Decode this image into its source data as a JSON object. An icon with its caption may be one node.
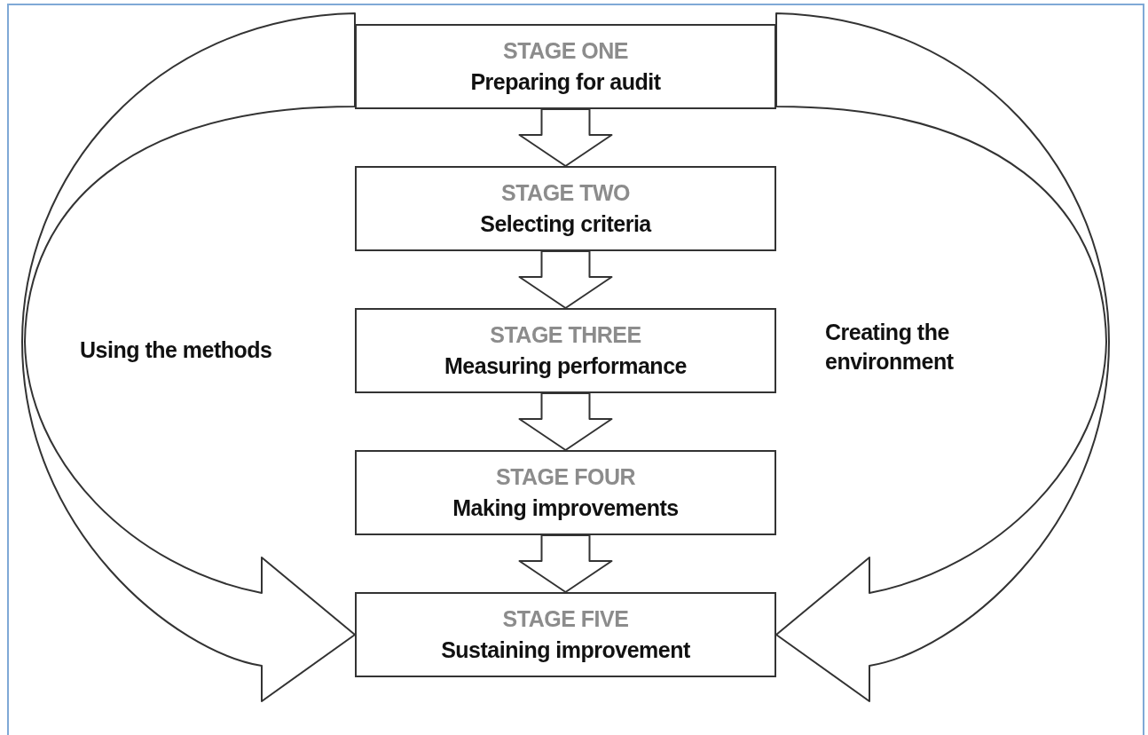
{
  "diagram": {
    "nodes": [
      {
        "text": [
          "STAGE ONE",
          "Preparing for audit"
        ]
      },
      {
        "text": [
          "STAGE TWO",
          "Selecting criteria"
        ]
      },
      {
        "text": [
          "STAGE THREE",
          "Measuring performance"
        ]
      },
      {
        "text": [
          "STAGE FOUR",
          "Making improvements"
        ]
      },
      {
        "text": [
          "STAGE FIVE",
          "Sustaining improvement"
        ]
      }
    ],
    "edges": [
      {
        "from": 0,
        "to": 1,
        "arrow": "to"
      },
      {
        "from": 1,
        "to": 2,
        "arrow": "to"
      },
      {
        "from": 2,
        "to": 3,
        "arrow": "to"
      },
      {
        "from": 3,
        "to": 4,
        "arrow": "to"
      },
      {
        "from": 0,
        "to": 4,
        "arrow": "to",
        "label": "Using the methods"
      },
      {
        "from": 0,
        "to": 4,
        "arrow": "to",
        "label": "Creating the environment"
      }
    ]
  }
}
